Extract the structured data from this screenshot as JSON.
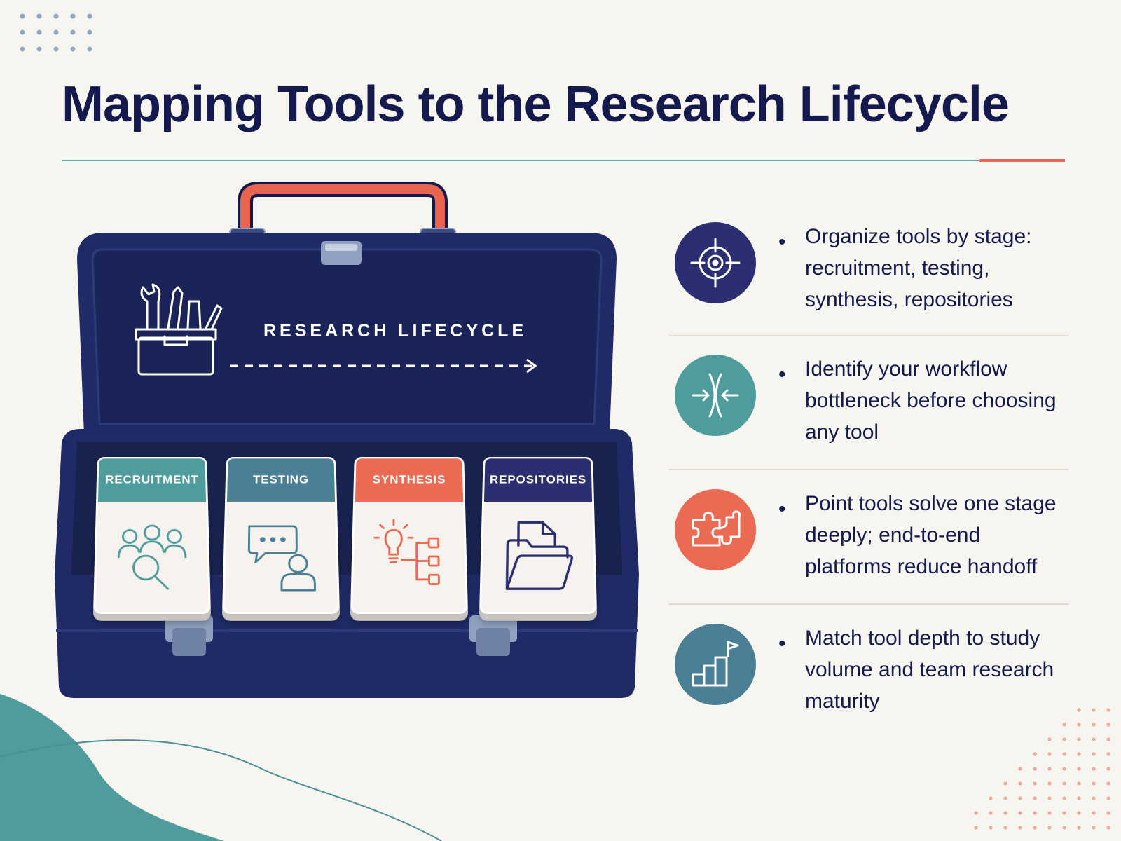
{
  "title": "Mapping Tools to the Research Lifecycle",
  "colors": {
    "navy": "#141a4e",
    "teal": "#4f9c9c",
    "slate_teal": "#4a7f95",
    "coral": "#ea6a54",
    "indigo": "#2b2e70",
    "background": "#f7f5f0"
  },
  "toolbox": {
    "lid_label": "RESEARCH LIFECYCLE",
    "lid_icon": "toolbox-icon",
    "stages": [
      {
        "label": "RECRUITMENT",
        "icon": "people-search-icon",
        "color": "#4f9c9c"
      },
      {
        "label": "TESTING",
        "icon": "chat-user-icon",
        "color": "#4a7f95"
      },
      {
        "label": "SYNTHESIS",
        "icon": "lightbulb-tree-icon",
        "color": "#ea6a54"
      },
      {
        "label": "REPOSITORIES",
        "icon": "folder-icon",
        "color": "#2b2e70"
      }
    ]
  },
  "points": [
    {
      "text": "Organize tools by stage: recruitment, testing, synthesis, repositories",
      "icon": "target-icon",
      "color": "#2b2e70"
    },
    {
      "text": "Identify your workflow bottleneck before choosing any tool",
      "icon": "converge-arrows-icon",
      "color": "#4f9c9c"
    },
    {
      "text": "Point tools solve one stage deeply; end-to-end platforms reduce handoff",
      "icon": "puzzle-icon",
      "color": "#ea6a54"
    },
    {
      "text": "Match tool depth to study volume and team research maturity",
      "icon": "growth-steps-icon",
      "color": "#4a7f95"
    }
  ]
}
